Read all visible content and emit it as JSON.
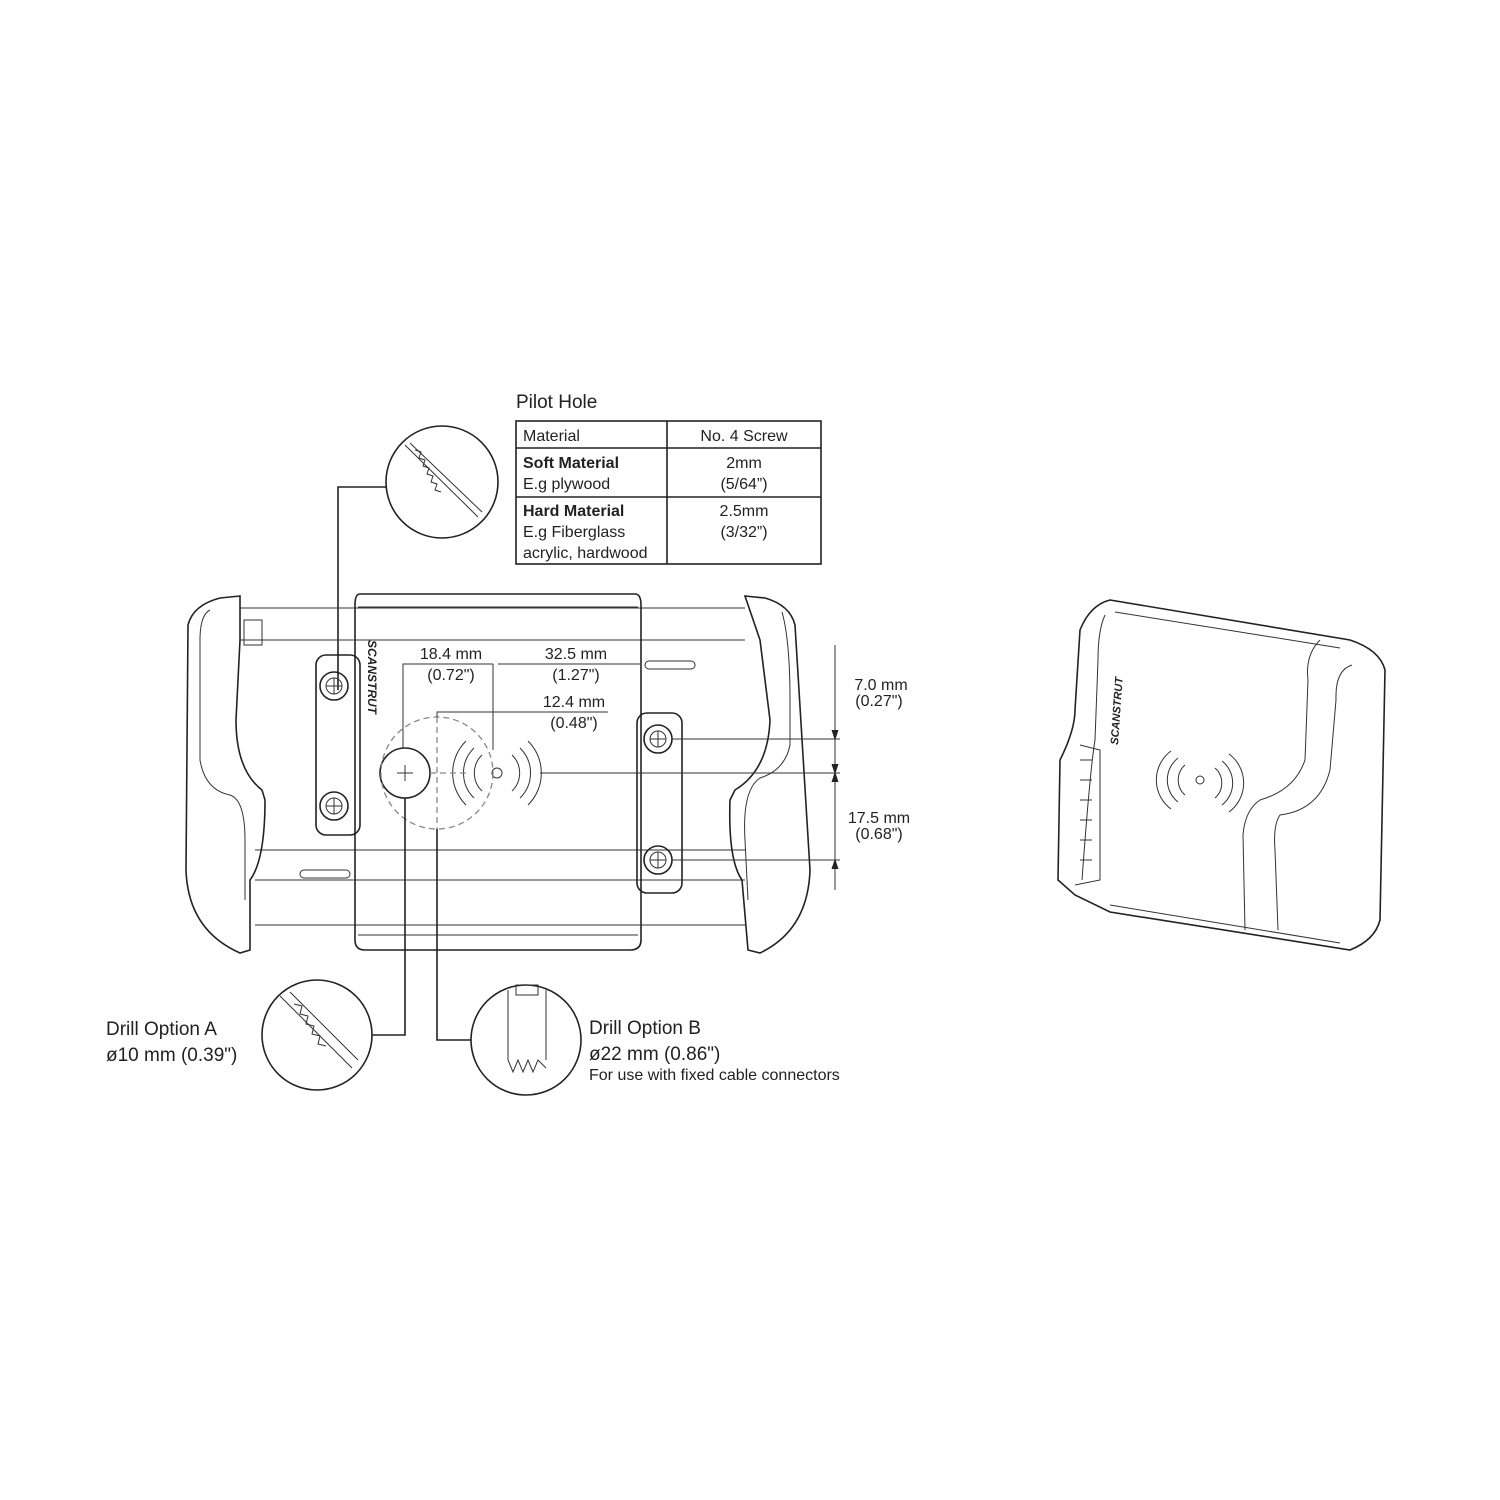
{
  "pilot_hole": {
    "title": "Pilot Hole",
    "headers": [
      "Material",
      "No. 4 Screw"
    ],
    "rows": [
      {
        "material": "Soft Material",
        "example": [
          "E.g plywood"
        ],
        "size": "2mm",
        "size_in": "(5/64”)"
      },
      {
        "material": "Hard Material",
        "example": [
          "E.g Fiberglass",
          "acrylic, hardwood"
        ],
        "size": "2.5mm",
        "size_in": "(3/32”)"
      }
    ]
  },
  "dimensions": {
    "d1": {
      "mm": "18.4 mm",
      "in": "(0.72\")"
    },
    "d2": {
      "mm": "32.5 mm",
      "in": "(1.27\")"
    },
    "d3": {
      "mm": "12.4 mm",
      "in": "(0.48\")"
    },
    "d4": {
      "mm": "7.0 mm",
      "in": "(0.27\")"
    },
    "d5": {
      "mm": "17.5 mm",
      "in": "(0.68\")"
    }
  },
  "drill_a": {
    "title": "Drill Option A",
    "size": "ø10 mm (0.39\")"
  },
  "drill_b": {
    "title": "Drill Option B",
    "size": "ø22 mm (0.86\")",
    "note": "For use with fixed cable connectors"
  },
  "logo": "SCANSTRUT"
}
